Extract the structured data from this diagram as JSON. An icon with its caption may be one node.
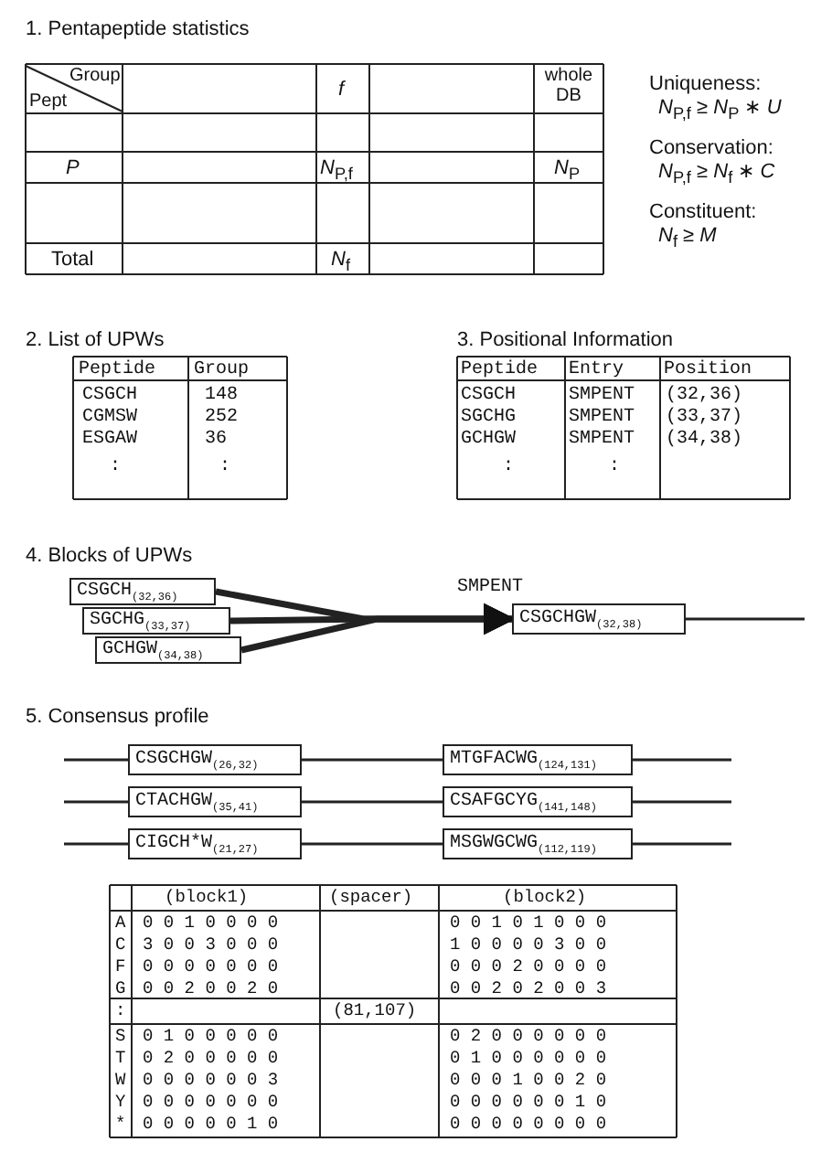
{
  "diagram": {
    "nodes": [
      {
        "text": [
          "CSGCH",
          "(32,36)"
        ]
      },
      {
        "text": [
          "SGCHG",
          "(33,37)"
        ]
      },
      {
        "text": [
          "GCHGW",
          "(34,38)"
        ]
      },
      {
        "text": [
          "CSGCHGW",
          "(32,38)"
        ]
      },
      {
        "text": [
          "CSGCHGW",
          "(26,32)"
        ]
      },
      {
        "text": [
          "MTGFACWG",
          "(124,131)"
        ]
      },
      {
        "text": [
          "CTACHGW",
          "(35,41)"
        ]
      },
      {
        "text": [
          "CSAFGCYG",
          "(141,148)"
        ]
      },
      {
        "text": [
          "CIGCH*W",
          "(21,27)"
        ]
      },
      {
        "text": [
          "MSGWGCWG",
          "(112,119)"
        ]
      }
    ],
    "edges": [
      {
        "from": 0,
        "to": 3,
        "arrow": "to",
        "style": "thick"
      },
      {
        "from": 1,
        "to": 3,
        "arrow": "to",
        "style": "thick"
      },
      {
        "from": 2,
        "to": 3,
        "arrow": "to",
        "style": "thick"
      },
      {
        "from": 4,
        "to": 5,
        "arrow": "none"
      },
      {
        "from": 6,
        "to": 7,
        "arrow": "none"
      },
      {
        "from": 8,
        "to": 9,
        "arrow": "none"
      }
    ],
    "labels": [
      "1. Pentapeptide statistics",
      "Group",
      "Pept",
      "*f*",
      "whole DB",
      "*P*",
      "*N*$_{P,f}$",
      "*N*$_{P}$",
      "Total",
      "*N*$_{f}$",
      "Uniqueness:",
      "*N*$_{P,f}$ ≥ *N*$_{P}$ ∗ *U*",
      "Conservation:",
      "*N*$_{P,f}$ ≥ *N*$_{f}$ ∗ *C*",
      "Constituent:",
      "*N*$_{f}$ ≥ *M*",
      "2. List of UPWs",
      "Peptide",
      "Group",
      "CSGCH",
      "148",
      "CGMSW",
      "252",
      "ESGAW",
      "36",
      ":",
      ":",
      "3. Positional Information",
      "Peptide",
      "Entry",
      "Position",
      "CSGCH",
      "SMPENT",
      "(32,36)",
      "SGCHG",
      "SMPENT",
      "(33,37)",
      "GCHGW",
      "SMPENT",
      "(34,38)",
      ":",
      ":",
      "4. Blocks of UPWs",
      "SMPENT",
      "5. Consensus profile",
      "(block1)",
      "(spacer)",
      "(block2)",
      "A",
      "0 0 1 0 0 0 0",
      "0 0 1 0 1 0 0 0",
      "C",
      "3 0 0 3 0 0 0",
      "1 0 0 0 0 3 0 0",
      "F",
      "0 0 0 0 0 0 0",
      "0 0 0 2 0 0 0 0",
      "G",
      "0 0 2 0 0 2 0",
      "0 0 2 0 2 0 0 3",
      ":",
      "(81,107)",
      "S",
      "0 1 0 0 0 0 0",
      "0 2 0 0 0 0 0 0",
      "T",
      "0 2 0 0 0 0 0",
      "0 1 0 0 0 0 0 0",
      "W",
      "0 0 0 0 0 0 3",
      "0 0 0 1 0 0 2 0",
      "Y",
      "0 0 0 0 0 0 0",
      "0 0 0 0 0 0 1 0",
      "*",
      "0 0 0 0 0 1 0",
      "0 0 0 0 0 0 0 0"
    ]
  }
}
